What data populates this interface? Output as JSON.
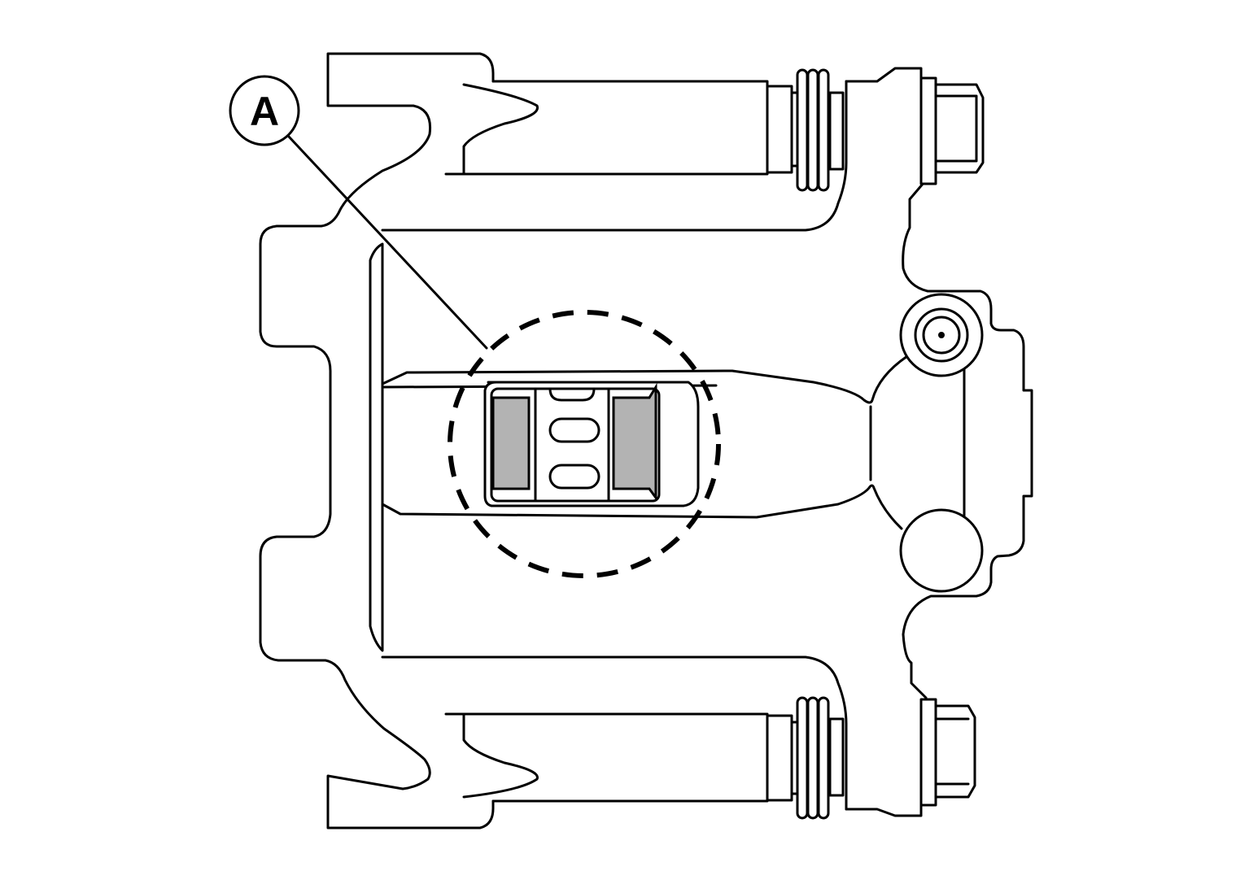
{
  "callout": {
    "label": "A"
  },
  "colors": {
    "line": "#000000",
    "background": "#ffffff",
    "pad_fill": "#b3b3b3"
  },
  "highlight": {
    "style": "dashed-circle",
    "marks": "brake pad area"
  }
}
